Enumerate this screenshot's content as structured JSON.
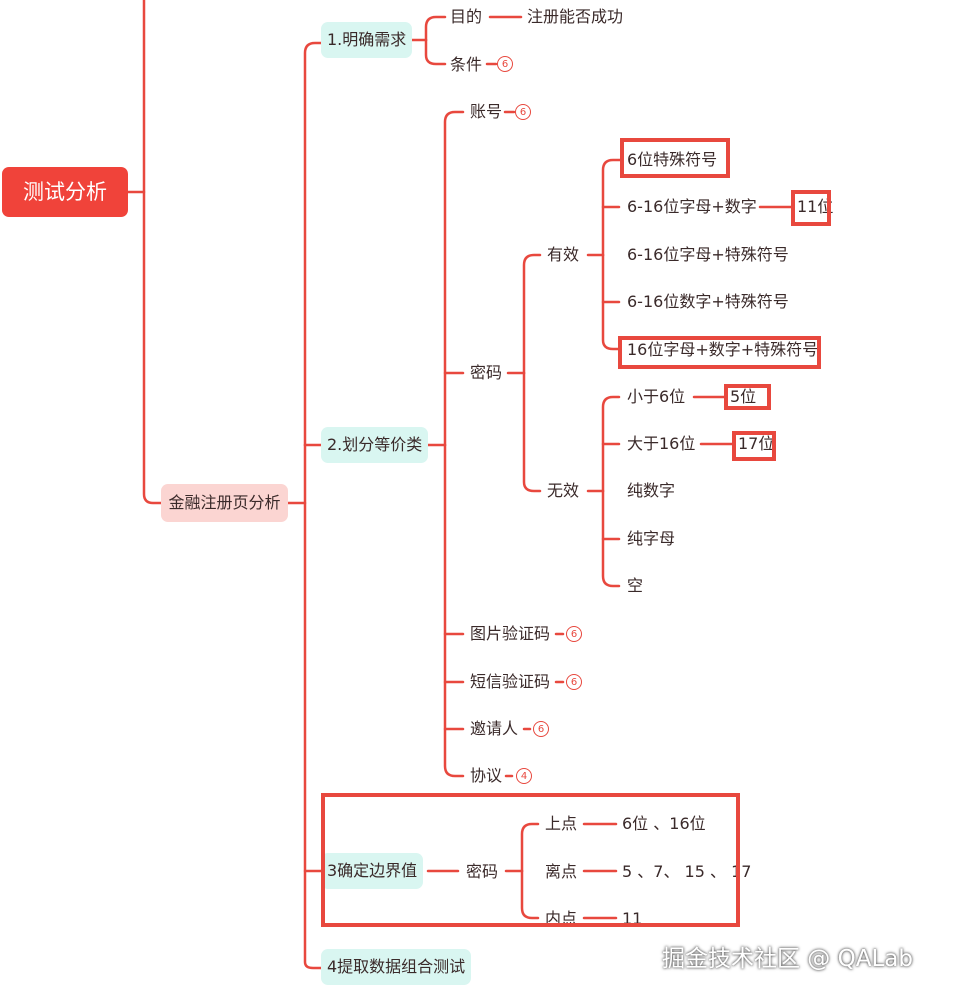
{
  "root": "测试分析",
  "branch": "金融注册页分析",
  "step1": {
    "label": "1.明确需求",
    "purpose": {
      "label": "目的",
      "value": "注册能否成功"
    },
    "conditions": {
      "label": "条件",
      "count": "6"
    }
  },
  "step2": {
    "label": "2.划分等价类",
    "account": {
      "label": "账号",
      "count": "6"
    },
    "password": {
      "label": "密码",
      "valid": {
        "label": "有效",
        "items": [
          "6位特殊符号",
          "6-16位字母+数字",
          "6-16位字母+特殊符号",
          "6-16位数字+特殊符号",
          "16位字母+数字+特殊符号"
        ],
        "example": "11位"
      },
      "invalid": {
        "label": "无效",
        "items": [
          "小于6位",
          "大于16位",
          "纯数字",
          "纯字母",
          "空"
        ],
        "examples": [
          "5位",
          "17位"
        ]
      }
    },
    "image_captcha": {
      "label": "图片验证码",
      "count": "6"
    },
    "sms_code": {
      "label": "短信验证码",
      "count": "6"
    },
    "inviter": {
      "label": "邀请人",
      "count": "6"
    },
    "agreement": {
      "label": "协议",
      "count": "4"
    }
  },
  "step3": {
    "label": "3确定边界值",
    "password": "密码",
    "on_point": {
      "label": "上点",
      "value": "6位 、16位"
    },
    "off_point": {
      "label": "离点",
      "value": "5 、7、 15 、 17"
    },
    "in_point": {
      "label": "内点",
      "value": "11"
    }
  },
  "step4": {
    "label": "4提取数据组合测试"
  },
  "watermark": "掘金技术社区 @ QALab",
  "colors": {
    "line": "#e8483e",
    "root": "#f0433a",
    "branch_bg": "#fbd5d2",
    "step_bg": "#d9f6f1"
  }
}
